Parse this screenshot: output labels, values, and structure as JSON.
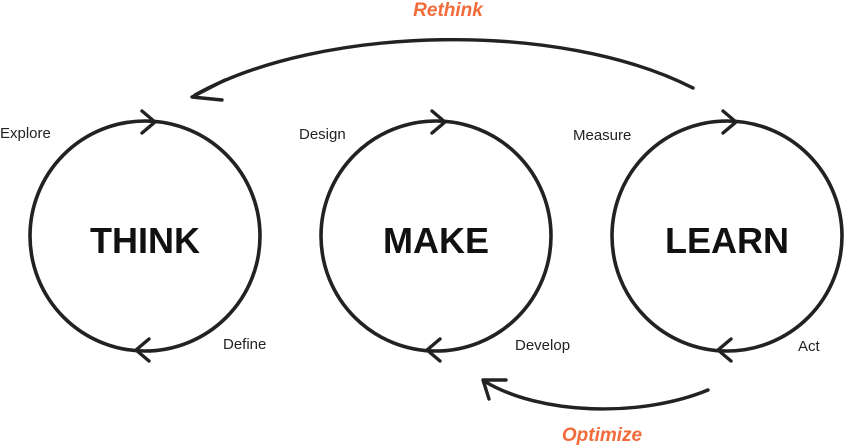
{
  "accent_color": "#f26b3a",
  "stages": [
    {
      "title": "THINK",
      "top_label": "Explore",
      "bottom_label": "Define"
    },
    {
      "title": "MAKE",
      "top_label": "Design",
      "bottom_label": "Develop"
    },
    {
      "title": "LEARN",
      "top_label": "Measure",
      "bottom_label": "Act"
    }
  ],
  "loops": {
    "top": "Rethink",
    "bottom": "Optimize"
  }
}
